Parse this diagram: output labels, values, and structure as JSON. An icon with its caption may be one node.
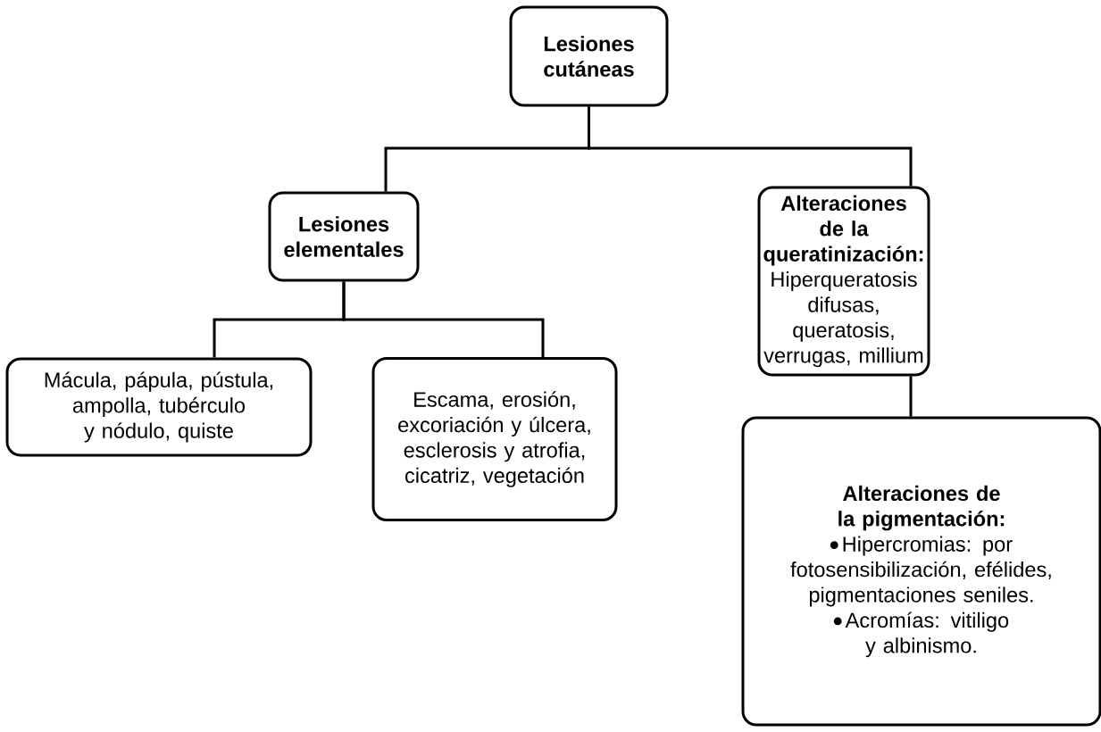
{
  "diagram": {
    "nodes": [
      {
        "text": [
          "Lesiones cutáneas"
        ]
      },
      {
        "text": [
          "Lesiones elementales"
        ]
      },
      {
        "text": [
          "Alteraciones de la queratinización:",
          "Hiperqueratosis difusas, queratosis, verrugas, millium"
        ]
      },
      {
        "text": [
          "Mácula, pápula, pústula, ampolla, tubérculo y nódulo, quiste"
        ]
      },
      {
        "text": [
          "Escama, erosión, excoriación y úlcera, esclerosis y atrofia, cicatriz, vegetación"
        ]
      },
      {
        "text": [
          "Alteraciones de la pigmentación:",
          "Hipercromias: por fotosensibilización, efélides, pigmentaciones seniles.",
          "Acromías: vitiligo y albinismo."
        ]
      }
    ],
    "edges": [
      {
        "from": 0,
        "to": 1,
        "arrow": "none"
      },
      {
        "from": 0,
        "to": 2,
        "arrow": "none"
      },
      {
        "from": 1,
        "to": 3,
        "arrow": "none"
      },
      {
        "from": 1,
        "to": 4,
        "arrow": "none"
      },
      {
        "from": 2,
        "to": 5,
        "arrow": "none"
      }
    ]
  }
}
